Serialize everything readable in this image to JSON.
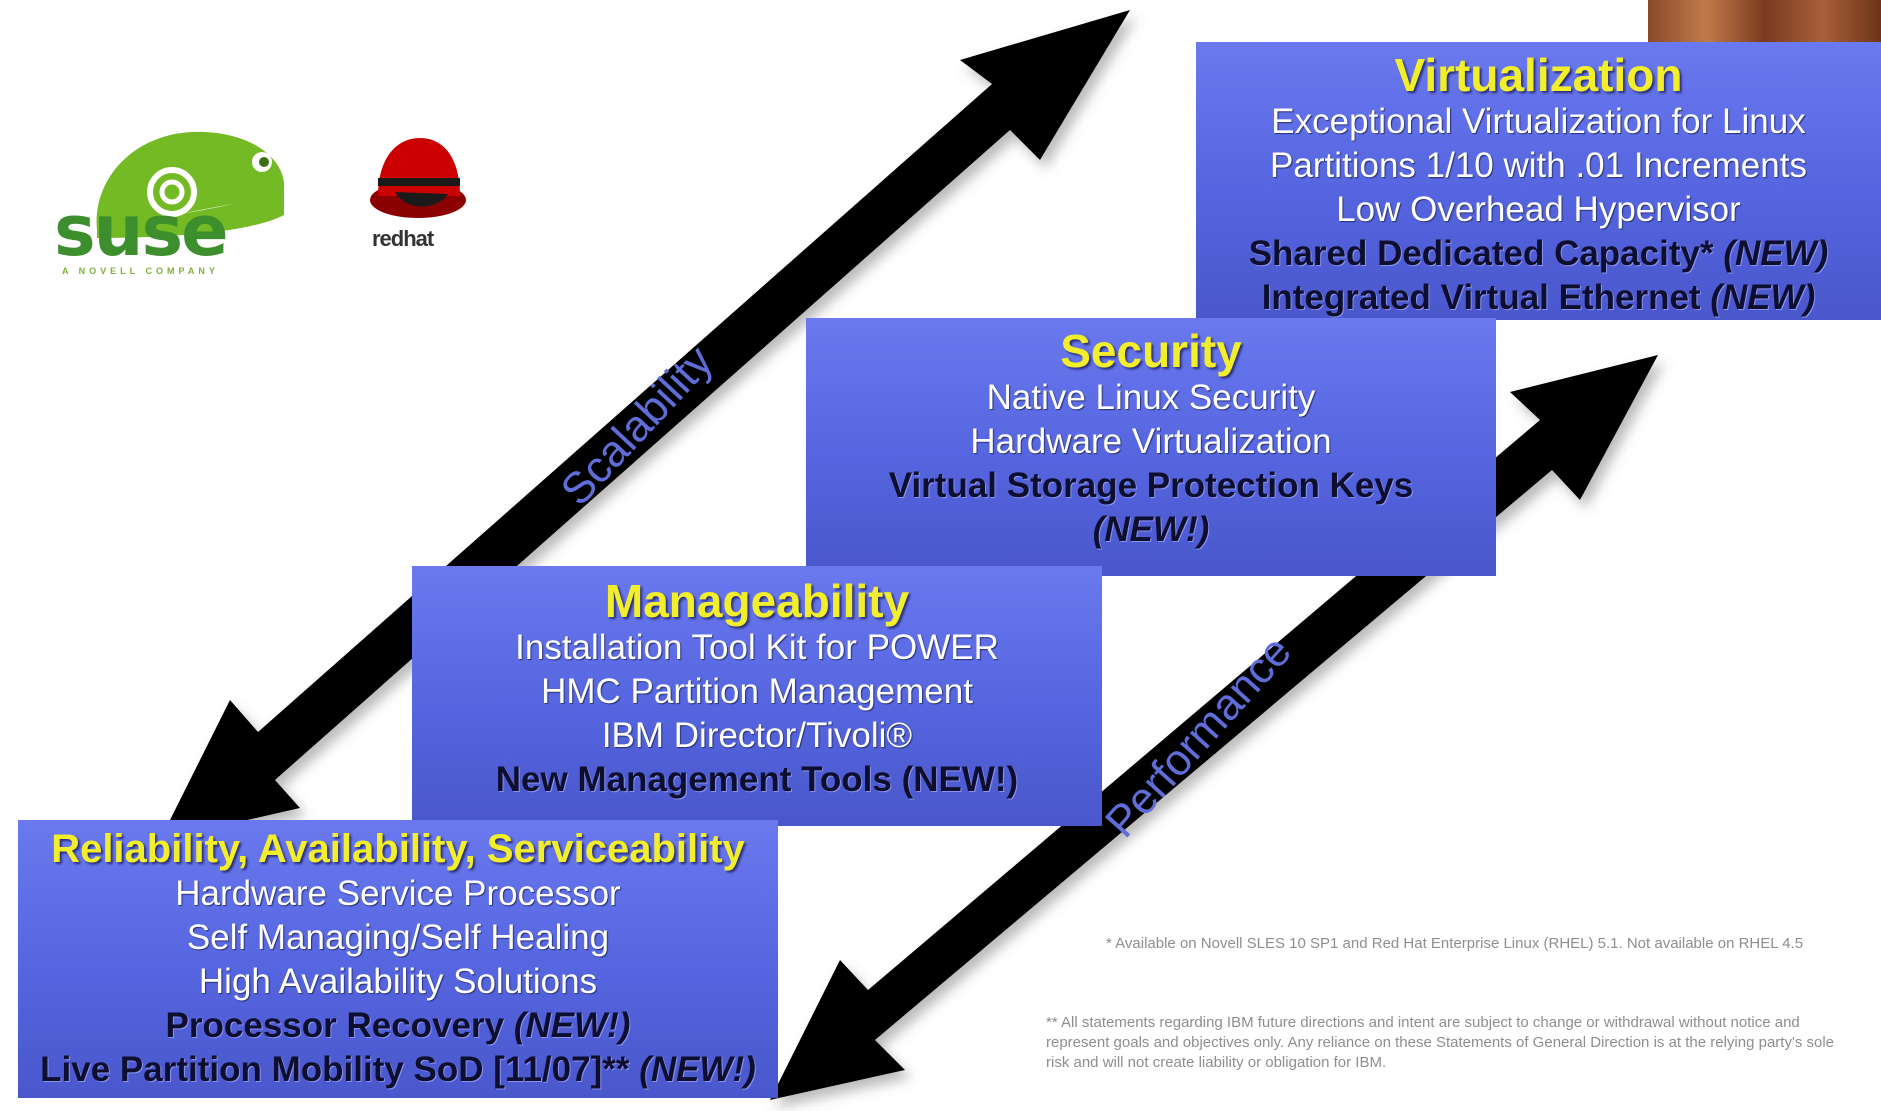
{
  "logos": {
    "suse": {
      "wordmark": "suse",
      "tagline": "A NOVELL COMPANY",
      "color": "#73ba25"
    },
    "redhat": {
      "wordmark": "redhat",
      "color": "#cc0000"
    }
  },
  "arrows": {
    "scalability_label": "Scalability",
    "performance_label": "Performance"
  },
  "boxes": {
    "virtualization": {
      "title": "Virtualization",
      "lines": [
        "Exceptional Virtualization for Linux",
        "Partitions 1/10 with .01 Increments",
        "Low Overhead Hypervisor"
      ],
      "new_lines": [
        {
          "text": "Shared Dedicated Capacity*",
          "tag": "(NEW)"
        },
        {
          "text": "Integrated Virtual Ethernet",
          "tag": "(NEW)"
        }
      ]
    },
    "security": {
      "title": "Security",
      "lines": [
        "Native Linux Security",
        "Hardware Virtualization"
      ],
      "new_lines": [
        {
          "text": "Virtual Storage Protection Keys",
          "tag": ""
        },
        {
          "text": "",
          "tag": "(NEW!)"
        }
      ]
    },
    "manageability": {
      "title": "Manageability",
      "lines": [
        "Installation Tool Kit for POWER",
        "HMC Partition Management",
        "IBM Director/Tivoli®"
      ],
      "new_lines": [
        {
          "text": "New Management Tools (NEW!)",
          "tag": ""
        }
      ]
    },
    "ras": {
      "title": "Reliability, Availability, Serviceability",
      "lines": [
        "Hardware Service Processor",
        "Self Managing/Self Healing",
        "High Availability Solutions"
      ],
      "new_lines": [
        {
          "text": "Processor Recovery",
          "tag": "(NEW!)"
        },
        {
          "text": "Live Partition Mobility SoD [11/07]**",
          "tag": "(NEW!)"
        }
      ]
    }
  },
  "footnotes": {
    "note1": "* Available on Novell SLES 10 SP1 and Red Hat Enterprise Linux (RHEL) 5.1. Not available on RHEL 4.5",
    "note2": "** All statements regarding IBM future directions and intent are subject to change or withdrawal without notice and represent goals and objectives only. Any reliance on these Statements of General Direction is at the relying party's sole risk and will not create liability or obligation for IBM."
  },
  "colors": {
    "box_fill": "#5a69e3",
    "title_yellow": "#f2ee2c",
    "arrow_black": "#000000"
  }
}
